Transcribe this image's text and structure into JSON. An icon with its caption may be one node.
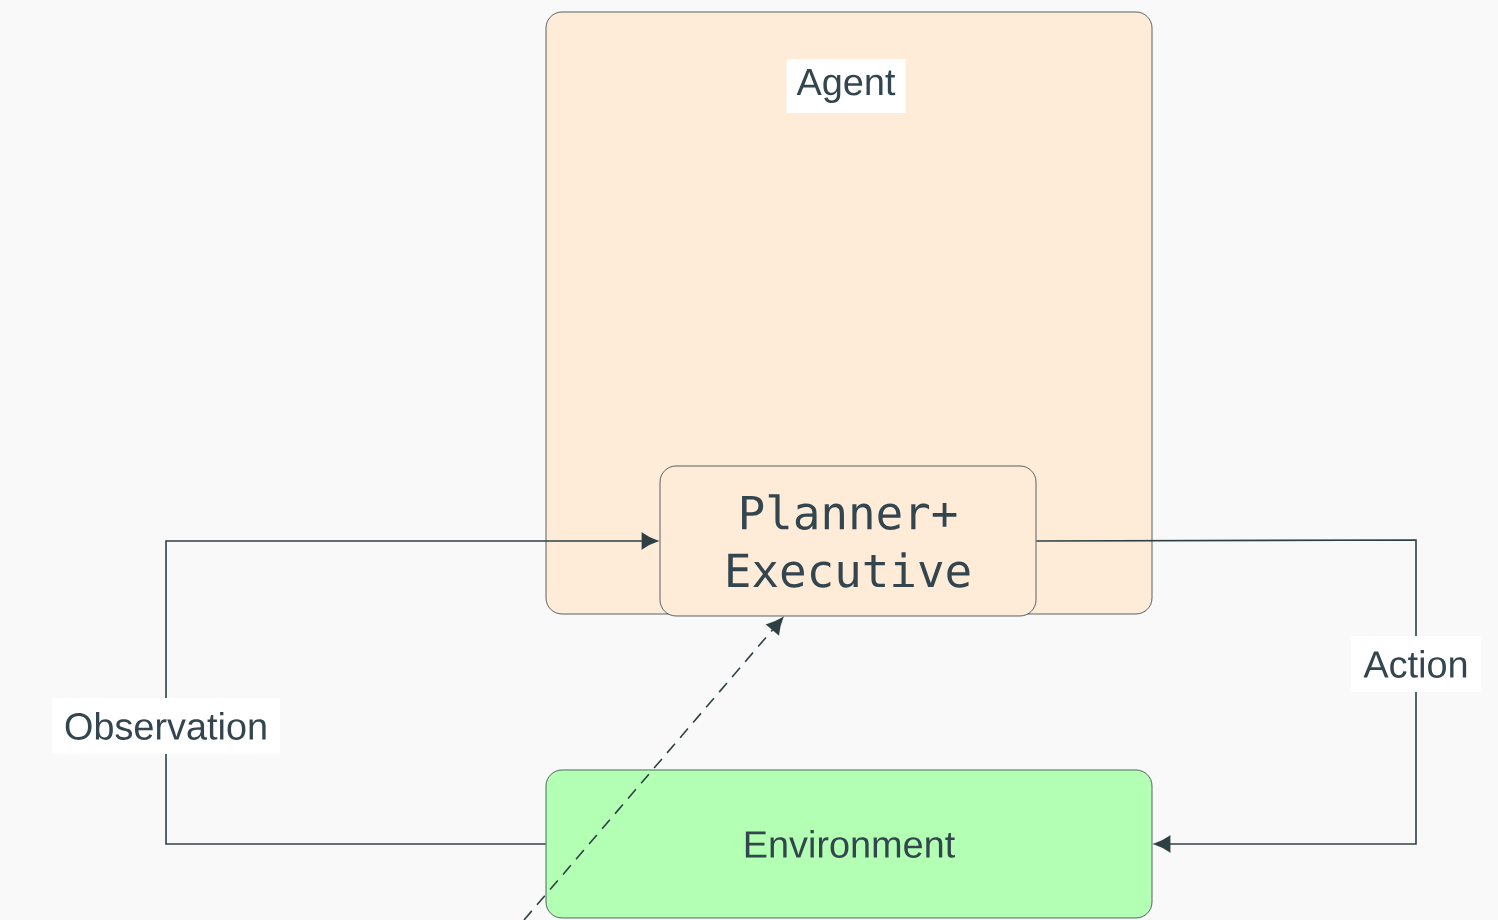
{
  "diagram": {
    "nodes": [
      {
        "text": [
          "Agent"
        ]
      },
      {
        "text": [
          "Planner+ Executive"
        ],
        "in": 0
      },
      {
        "text": [
          "Environment"
        ]
      }
    ],
    "edges": [
      {
        "from": 2,
        "to": 1,
        "arrow": "to",
        "label": "Observation"
      },
      {
        "from": 1,
        "to": 2,
        "arrow": "to",
        "label": "Action"
      },
      {
        "from": null,
        "to": 1,
        "arrow": "to",
        "style": "dashed"
      }
    ]
  }
}
